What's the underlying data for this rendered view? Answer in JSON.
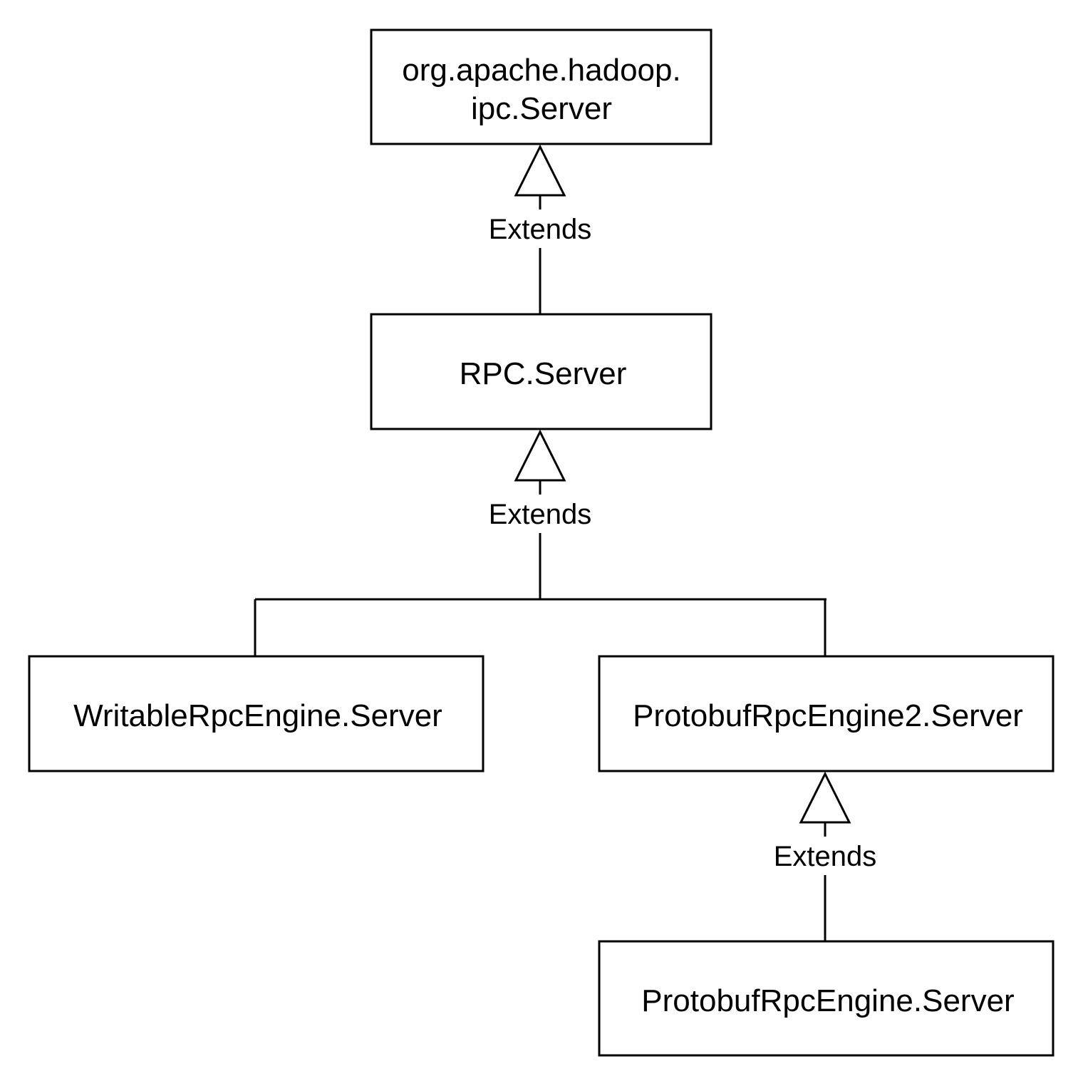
{
  "colors": {
    "background": "#ffffff",
    "stroke": "#000000",
    "text": "#000000"
  },
  "nodes": {
    "ipc_server": {
      "line1": "org.apache.hadoop.",
      "line2": "ipc.Server"
    },
    "rpc_server": {
      "label": "RPC.Server"
    },
    "writable_server": {
      "label": "WritableRpcEngine.Server"
    },
    "protobuf2_server": {
      "label": "ProtobufRpcEngine2.Server"
    },
    "protobuf_server": {
      "label": "ProtobufRpcEngine.Server"
    }
  },
  "edges": {
    "rpc_to_ipc": {
      "label": "Extends",
      "from": "RPC.Server",
      "to": "org.apache.hadoop.ipc.Server",
      "arrow": "hollow-triangle"
    },
    "engines_to_rpc": {
      "label": "Extends",
      "from": [
        "WritableRpcEngine.Server",
        "ProtobufRpcEngine2.Server"
      ],
      "to": "RPC.Server",
      "arrow": "hollow-triangle"
    },
    "protobuf_to_protobuf2": {
      "label": "Extends",
      "from": "ProtobufRpcEngine.Server",
      "to": "ProtobufRpcEngine2.Server",
      "arrow": "hollow-triangle"
    }
  }
}
